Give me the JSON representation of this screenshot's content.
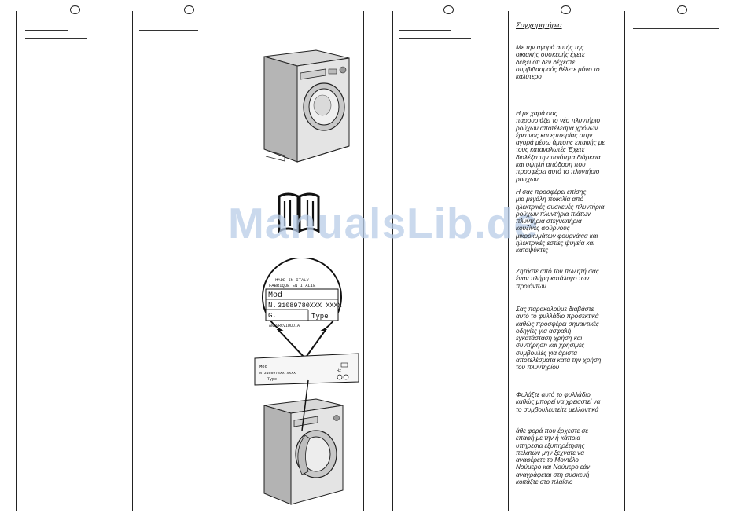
{
  "watermark": "ManualsLib.de",
  "greek": {
    "title": "Συγχαρητήρια",
    "paragraphs": [
      [
        "Με την αγορά αυτής της",
        "οικιακής συσκευής            έχετε",
        "δείξει ότι δεν δέχεστε",
        "συμβιβασμούς  θέλετε μόνο το",
        "καλύτερο"
      ],
      [
        "Η            με χαρά σας",
        "παρουσιάζει το νέο πλυντήριο",
        "ρούχων  αποτέλεσμα χρόνων",
        "έρευνας και εμπειρίας στην",
        "αγορά μέσω άμεσης επαφής με",
        "τους καταναλωτές  Έχετε",
        "διαλέξει την ποιότητα  διάρκεια",
        "και υψηλή απόδοση που",
        "προσφέρει αυτό το πλυντήριο",
        "ρουχων"
      ],
      [
        "Η            σας προσφέρει επίσης",
        "μια μεγάλη ποικιλία από",
        "ηλεκτρικές συσκευές  πλυντήρια",
        "ρούχων  πλυντήρια πιάτων",
        "πλυντήρια    στεγνωτήρια",
        "κουζίνες  φούρνους",
        "μικροκυμάτων  φουρνάκια και",
        "ηλεκτρικές εστίες  ψυγεία και",
        "καταψύκτες"
      ],
      [
        "Ζητήστε από τον πωλητή σας",
        "έναν πλήρη κατάλογο των",
        "προιόντων"
      ],
      [
        "Σας παρακαλούμε διαβάστε",
        "αυτό το φυλλάδιο προσεκτικά",
        "καθώς προσφέρει σημαντικές",
        "οδηγίες για ασφαλή",
        "εγκατάσταση  χρήση και",
        "συντήρηση και χρήσιμες",
        "συμβουλές για άριστα",
        "αποτελέσματα κατά την χρήση",
        "του πλυντηρίου"
      ],
      [
        "Φυλάξτε αυτό το φυλλάδιο",
        "καθώς μπορεί να χρειαστεί να",
        "το συμβουλευτείτε μελλοντικά"
      ],
      [
        " άθε φορά που έρχεστε σε",
        "επαφή με την            ή κάποια",
        "υπηρεσία εξυπηρέτησης",
        "πελατών μην ξεχνάτε να",
        "αναφέρετε το Μοντέλο",
        "Νούμερο και Νούμερο        εάν",
        "αναγράφεται στη συσκευή",
        "κοιτάξτε στο πλαίσιο"
      ]
    ]
  },
  "label_plate": {
    "made_in": "MADE IN ITALY",
    "fabrique": "FABRIQUE EN ITALIE",
    "mod": "Mod",
    "serial_prefix": "N.",
    "serial_value": "31089780XXX XXXX",
    "g": "G.",
    "type": "Type",
    "footer": "ANTSRCVIDUDIA"
  },
  "small_plate": {
    "mod": "Mod",
    "serial": "N 3108978XX XXXX",
    "type": "Type",
    "hz": "Hz"
  }
}
